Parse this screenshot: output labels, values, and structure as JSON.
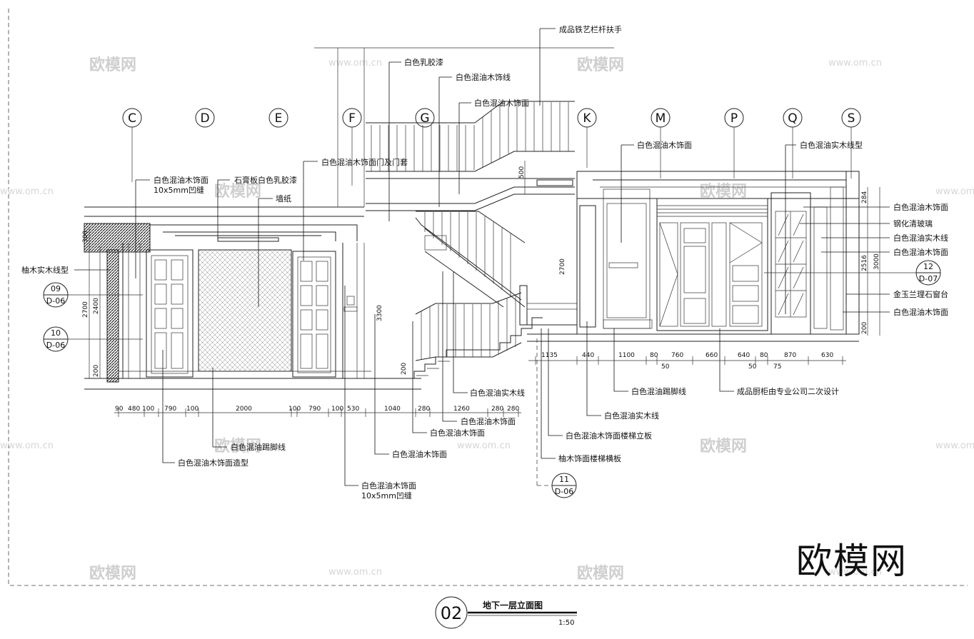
{
  "drawing": {
    "number": "02",
    "title": "地下一层立面图",
    "scale": "1:50",
    "brand_watermark": "欧模网",
    "watermark_small": "欧模网",
    "watermark_url": "www.om.cn"
  },
  "axes": [
    "C",
    "D",
    "E",
    "F",
    "G",
    "K",
    "M",
    "P",
    "Q",
    "S"
  ],
  "callouts": {
    "c09": {
      "top": "09",
      "bottom": "D-06"
    },
    "c10": {
      "top": "10",
      "bottom": "D-06"
    },
    "c11": {
      "top": "11",
      "bottom": "D-06"
    },
    "c12": {
      "top": "12",
      "bottom": "D-07"
    }
  },
  "labels": {
    "railing": "成品铁艺栏杆扶手",
    "white_latex": "白色乳胶漆",
    "white_wood_line_top": "白色混油木饰线",
    "white_wood_face_top": "白色混油木饰面",
    "white_wood_face_door": "白色混油木饰面门及门套",
    "white_wood_face_left": "白色混油木饰面",
    "slot_note_left": "10x5mm凹缝",
    "gypsum": "石膏板白色乳胶漆",
    "wallpaper": "墙纸",
    "teak_line": "柚木实木线型",
    "white_wood_face_k": "白色混油木饰面",
    "white_solid_line_q": "白色混油实木线型",
    "r1": "白色混油木饰面",
    "r2": "钢化清玻璃",
    "r3": "白色混油实木线",
    "r4": "白色混油木饰面",
    "r5": "金玉兰理石窗台",
    "r6": "白色混油木饰面",
    "b_solid_line": "白色混油实木线",
    "b_face1": "白色混油木饰面",
    "b_face2": "白色混油木饰面",
    "b_face3": "白色混油木饰面",
    "b_skirting": "白色混油踢脚线",
    "b_face_model": "白色混油木饰面造型",
    "b_face_slot": "白色混油木饰面",
    "b_slot_note": "10x5mm凹缝",
    "b_skirting_right": "白色混油踢脚线",
    "b_solid_right": "白色混油实木线",
    "b_riser": "白色混油木饰面楼梯立板",
    "b_tread": "柚木饰面楼梯横板",
    "b_kitchen": "成品厨柜由专业公司二次设计"
  },
  "dims_bottom_left": [
    "90",
    "480",
    "100",
    "790",
    "100",
    "2000",
    "100",
    "790",
    "100",
    "530",
    "1040",
    "280",
    "1260",
    "280",
    "280"
  ],
  "dims_bottom_right": [
    "1135",
    "440",
    "1100",
    "80",
    "760",
    "660",
    "640",
    "80",
    "870",
    "630"
  ],
  "dims_sub": [
    "50",
    "50",
    "75"
  ],
  "dims_vertical_left": [
    "300",
    "2700",
    "2400",
    "200"
  ],
  "dims_vertical_right": [
    "284",
    "2516",
    "3000",
    "200"
  ],
  "dims_misc": [
    "500",
    "2700",
    "3300",
    "200"
  ],
  "colors": {
    "line": "#222222",
    "hatch": "#333333",
    "watermark": "#cfcfcf"
  }
}
